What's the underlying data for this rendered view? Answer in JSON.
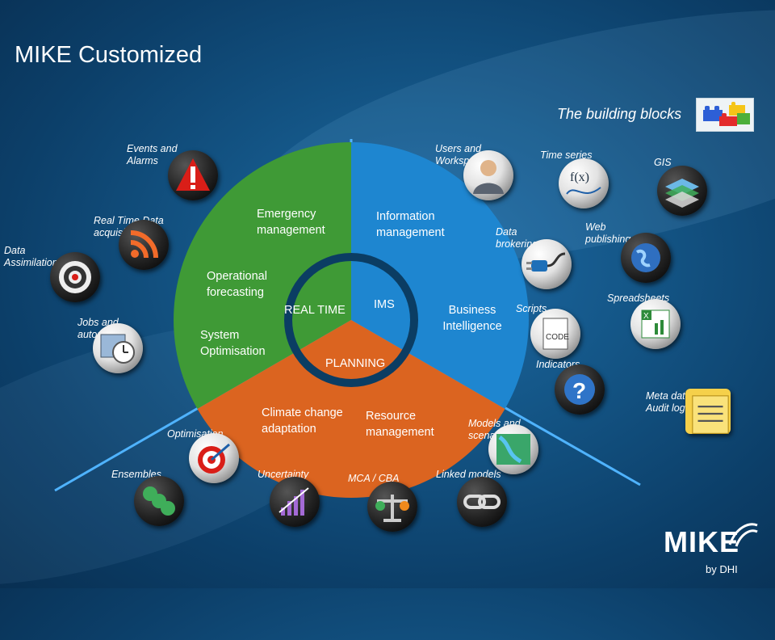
{
  "title": "MIKE Customized",
  "subtitle": "The building blocks",
  "wheel": {
    "outer_green": [
      "Emergency management",
      "Operational forecasting",
      "System Optimisation"
    ],
    "outer_blue": [
      "Information management",
      "Business Intelligence"
    ],
    "outer_orange": [
      "Climate change adaptation",
      "Resource management"
    ],
    "inner": {
      "real_time": "REAL TIME",
      "ims": "IMS",
      "planning": "PLANNING"
    }
  },
  "blocks": [
    {
      "label": "Events and Alarms",
      "icon": "alarm-icon"
    },
    {
      "label": "Real Time Data acquisition",
      "icon": "rss-feed-icon"
    },
    {
      "label": "Data Assimilation",
      "icon": "target-icon"
    },
    {
      "label": "Jobs and automation",
      "icon": "clock-calendar-icon"
    },
    {
      "label": "Optimisation",
      "icon": "dartboard-icon"
    },
    {
      "label": "Ensembles",
      "icon": "ensemble-icon"
    },
    {
      "label": "Uncertainty",
      "icon": "bar-graph-icon"
    },
    {
      "label": "MCA / CBA",
      "icon": "balance-icon"
    },
    {
      "label": "Linked models",
      "icon": "chain-link-icon"
    },
    {
      "label": "Models and scenarios",
      "icon": "river-map-icon"
    },
    {
      "label": "Users and Workspaces",
      "icon": "user-icon"
    },
    {
      "label": "Time series",
      "icon": "function-plot-icon"
    },
    {
      "label": "GIS",
      "icon": "gis-layers-icon"
    },
    {
      "label": "Data brokering",
      "icon": "plug-icon"
    },
    {
      "label": "Web publishing",
      "icon": "globe-icon"
    },
    {
      "label": "Scripts",
      "icon": "code-icon"
    },
    {
      "label": "Spreadsheets",
      "icon": "spreadsheet-icon"
    },
    {
      "label": "Indicators",
      "icon": "question-icon"
    },
    {
      "label": "Meta data Audit log",
      "icon": "notepad-icon"
    }
  ],
  "logo": {
    "name": "MIKE",
    "by": "by DHI"
  },
  "colors": {
    "green": "#3f9a36",
    "blue": "#1e86d0",
    "orange": "#db6420",
    "ring": "#0b3d63",
    "line": "#4fb3ff"
  }
}
